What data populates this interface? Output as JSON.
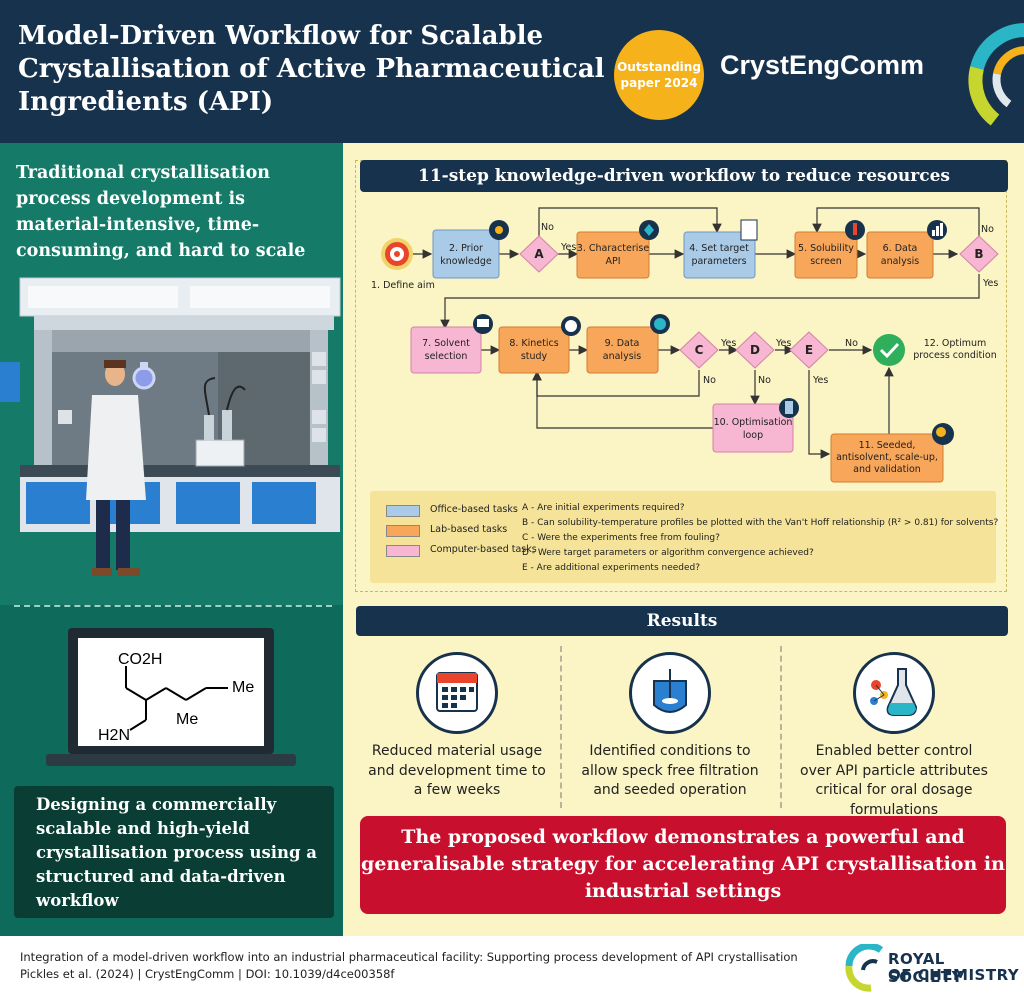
{
  "header": {
    "title": "Model-Driven Workflow for Scalable Crystallisation of Active Pharmaceutical Ingredients (API)",
    "badge": "Outstanding paper 2024",
    "journal": "CrystEngComm"
  },
  "left": {
    "problem": "Traditional crystallisation process development is material-intensive, time-consuming, and hard to scale",
    "molecule": {
      "co2h": "CO2H",
      "me1": "Me",
      "me2": "Me",
      "h2n": "H2N"
    },
    "goal": "Designing a commercially scalable and high-yield crystallisation process using a structured and data-driven workflow"
  },
  "workflow": {
    "title": "11-step knowledge-driven workflow to reduce resources",
    "steps": {
      "s1": "1. Define aim",
      "s2a": "2. Prior",
      "s2b": "knowledge",
      "s3a": "3. Characterise",
      "s3b": "API",
      "s4a": "4. Set target",
      "s4b": "parameters",
      "s5a": "5. Solubility",
      "s5b": "screen",
      "s6a": "6. Data",
      "s6b": "analysis",
      "s7a": "7. Solvent",
      "s7b": "selection",
      "s8a": "8. Kinetics",
      "s8b": "study",
      "s9a": "9. Data",
      "s9b": "analysis",
      "s10a": "10. Optimisation",
      "s10b": "loop",
      "s11a": "11. Seeded,",
      "s11b": "antisolvent, scale-up,",
      "s11c": "and validation",
      "s12a": "12. Optimum",
      "s12b": "process condition"
    },
    "decisions": {
      "A": "A",
      "B": "B",
      "C": "C",
      "D": "D",
      "E": "E"
    },
    "yes": "Yes",
    "no": "No",
    "legend": {
      "office": "Office-based tasks",
      "lab": "Lab-based tasks",
      "computer": "Computer-based tasks"
    },
    "questions": {
      "A": "A - Are initial experiments required?",
      "B": "B - Can solubility-temperature profiles be plotted with the Van't Hoff relationship (R² > 0.81) for solvents?",
      "C": "C -  Were the experiments free from fouling?",
      "D": "D - Were target parameters or algorithm convergence achieved?",
      "E": "E - Are additional experiments needed?"
    },
    "colors": {
      "office": "#a9cbe8",
      "lab": "#f7a65a",
      "computer": "#f7b6d2",
      "decision": "#f7b6d2"
    }
  },
  "results": {
    "title": "Results",
    "items": [
      {
        "text": "Reduced material usage and development time to a few weeks",
        "icon": "calendar-icon"
      },
      {
        "text": "Identified conditions to allow speck free filtration and seeded operation",
        "icon": "reactor-icon"
      },
      {
        "text": "Enabled better control over API particle attributes critical for oral dosage formulations",
        "icon": "flask-molecule-icon"
      }
    ]
  },
  "conclusion": "The proposed workflow demonstrates a powerful and generalisable strategy for accelerating API crystallisation in industrial settings",
  "footer": {
    "citation_title": "Integration of a model-driven workflow into an industrial pharmaceutical facility: Supporting process development of API crystallisation",
    "citation_ref": "Pickles et al. (2024)  |  CrystEngComm  |  DOI: 10.1039/d4ce00358f",
    "rsc_line1": "ROYAL SOCIETY",
    "rsc_line2": "OF CHEMISTRY"
  }
}
